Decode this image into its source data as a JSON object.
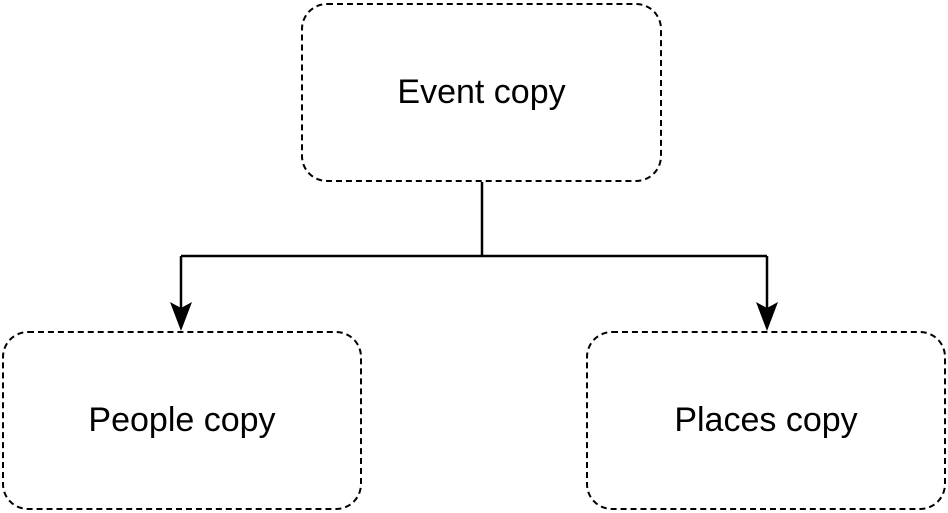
{
  "nodes": {
    "event": {
      "label": "Event copy"
    },
    "people": {
      "label": "People copy"
    },
    "places": {
      "label": "Places copy"
    }
  },
  "edges": [
    {
      "from": "event",
      "to": "people"
    },
    {
      "from": "event",
      "to": "places"
    }
  ],
  "colors": {
    "stroke": "#000000",
    "background": "#ffffff"
  }
}
